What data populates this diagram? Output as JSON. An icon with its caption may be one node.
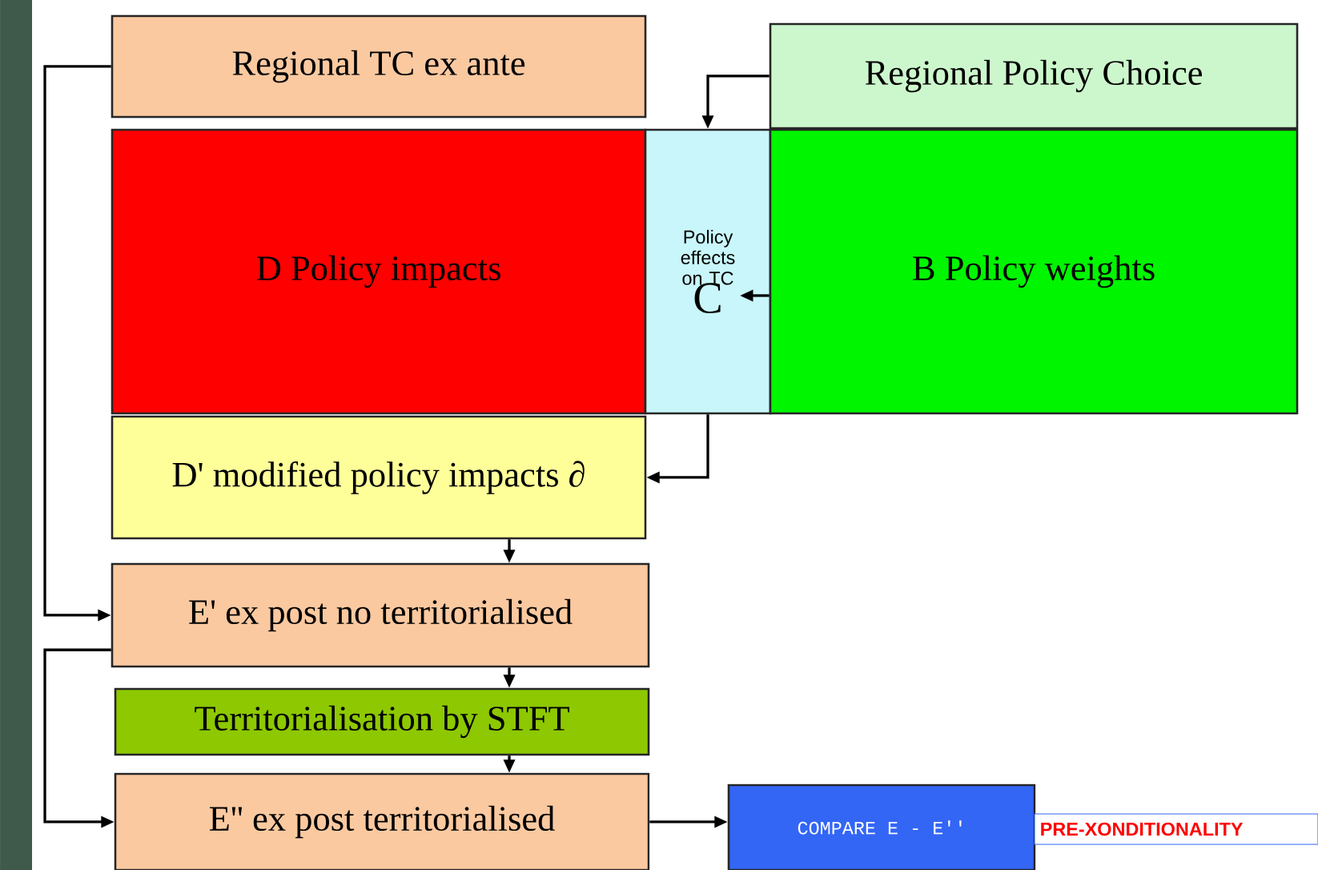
{
  "diagram": {
    "nodes": [
      {
        "text": [
          "Regional  TC ex ante"
        ]
      },
      {
        "text": [
          "Regional  Policy Choice"
        ]
      },
      {
        "text": [
          "D Policy impacts"
        ]
      },
      {
        "text": [
          "Policy effects on TC",
          "C"
        ]
      },
      {
        "text": [
          "B Policy weights"
        ]
      },
      {
        "text": [
          "D' modified policy impacts **∂**"
        ]
      },
      {
        "text": [
          "E' ex post no territorialised"
        ]
      },
      {
        "text": [
          "Territorialisation by STFT"
        ]
      },
      {
        "text": [
          "E'' ex post territorialised"
        ]
      },
      {
        "text": [
          "COMPARE  E - E''"
        ]
      },
      {
        "text": [
          "PRE-XONDITIONALITY"
        ]
      }
    ],
    "edges": [
      {
        "from": 1,
        "to": 3,
        "arrow": "to"
      },
      {
        "from": 4,
        "to": 3,
        "arrow": "to"
      },
      {
        "from": 3,
        "to": 5,
        "arrow": "to"
      },
      {
        "from": 0,
        "to": 6,
        "arrow": "to"
      },
      {
        "from": 5,
        "to": 6,
        "arrow": "to"
      },
      {
        "from": 6,
        "to": 7,
        "arrow": "to"
      },
      {
        "from": 7,
        "to": 8,
        "arrow": "to"
      },
      {
        "from": 6,
        "to": 8,
        "arrow": "to"
      },
      {
        "from": 8,
        "to": 9,
        "arrow": "to"
      }
    ]
  }
}
